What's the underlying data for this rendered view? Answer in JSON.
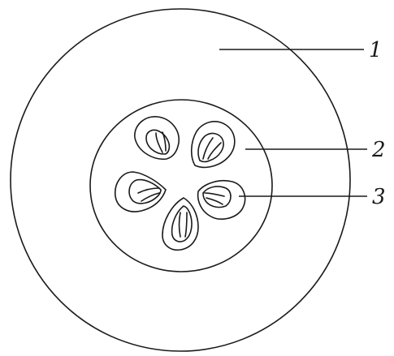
{
  "labels": [
    {
      "id": "1",
      "text": "1"
    },
    {
      "id": "2",
      "text": "2"
    },
    {
      "id": "3",
      "text": "3"
    }
  ]
}
